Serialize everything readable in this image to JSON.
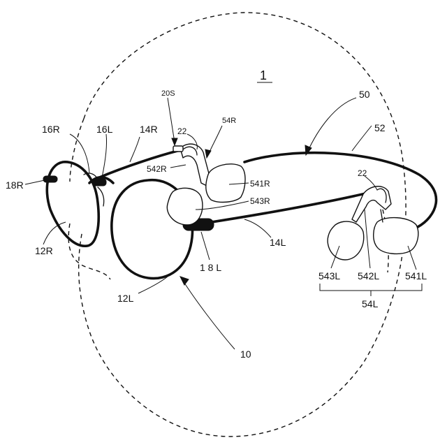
{
  "figure": {
    "system_ref": "1",
    "labels": {
      "l20s": "20S",
      "l22_top": "22",
      "l54r": "54R",
      "l50": "50",
      "l52": "52",
      "l16r": "16R",
      "l16l": "16L",
      "l14r": "14R",
      "l542r": "542R",
      "l541r": "541R",
      "l543r": "543R",
      "l18r": "18R",
      "l22_right": "22",
      "l12r": "12R",
      "l14l": "14L",
      "l18l": "1 8 L",
      "l12l": "12L",
      "l10": "10",
      "l543l": "543L",
      "l542l": "542L",
      "l541l": "541L",
      "l54l": "54L"
    }
  }
}
